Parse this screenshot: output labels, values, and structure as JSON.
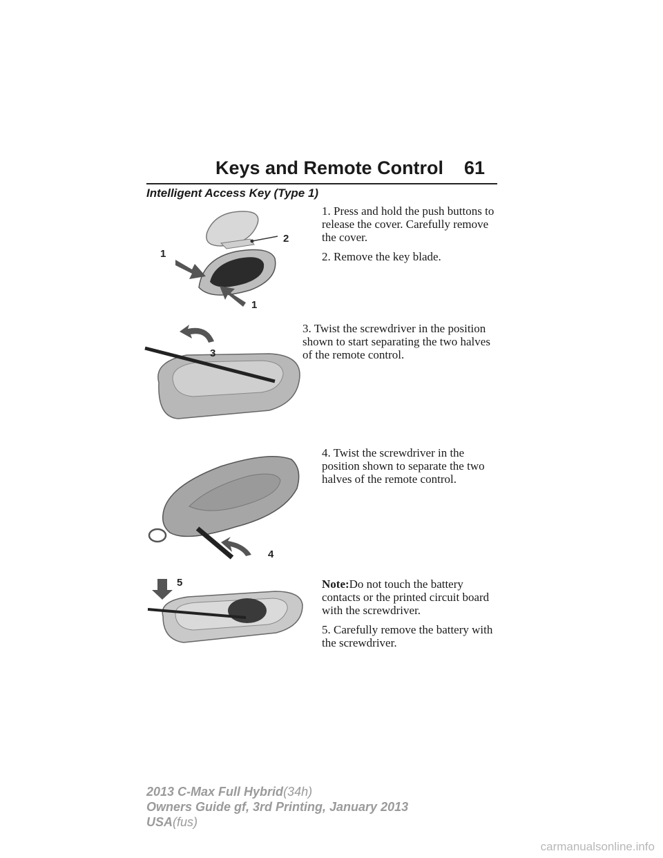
{
  "header": {
    "title": "Keys and Remote Control",
    "page_number": "61"
  },
  "section": {
    "heading": "Intelligent Access Key (Type 1)"
  },
  "steps": [
    {
      "text": "1. Press and hold the push buttons to release the cover. Carefully remove the cover."
    },
    {
      "text": "2. Remove the key blade."
    },
    {
      "text": "3. Twist the screwdriver in the position shown to start separating the two halves of the remote control."
    },
    {
      "text": "4. Twist the screwdriver in the position shown to separate the two halves of the remote control."
    }
  ],
  "note": {
    "label": "Note:",
    "text": "Do not touch the battery contacts or the printed circuit board with the screwdriver."
  },
  "step5": {
    "text": "5. Carefully remove the battery with the screwdriver."
  },
  "figures": {
    "fig1": {
      "labels": [
        "1",
        "2",
        "1"
      ]
    },
    "fig2": {
      "label": "3"
    },
    "fig3": {
      "label": "4"
    },
    "fig4": {
      "label": "5"
    }
  },
  "footer": {
    "line1_bold": "2013 C-Max Full Hybrid",
    "line1_light": "(34h)",
    "line2": "Owners Guide gf, 3rd Printing, January 2013",
    "line3_bold": "USA",
    "line3_light": "(fus)"
  },
  "watermark": "carmanualsonline.info"
}
